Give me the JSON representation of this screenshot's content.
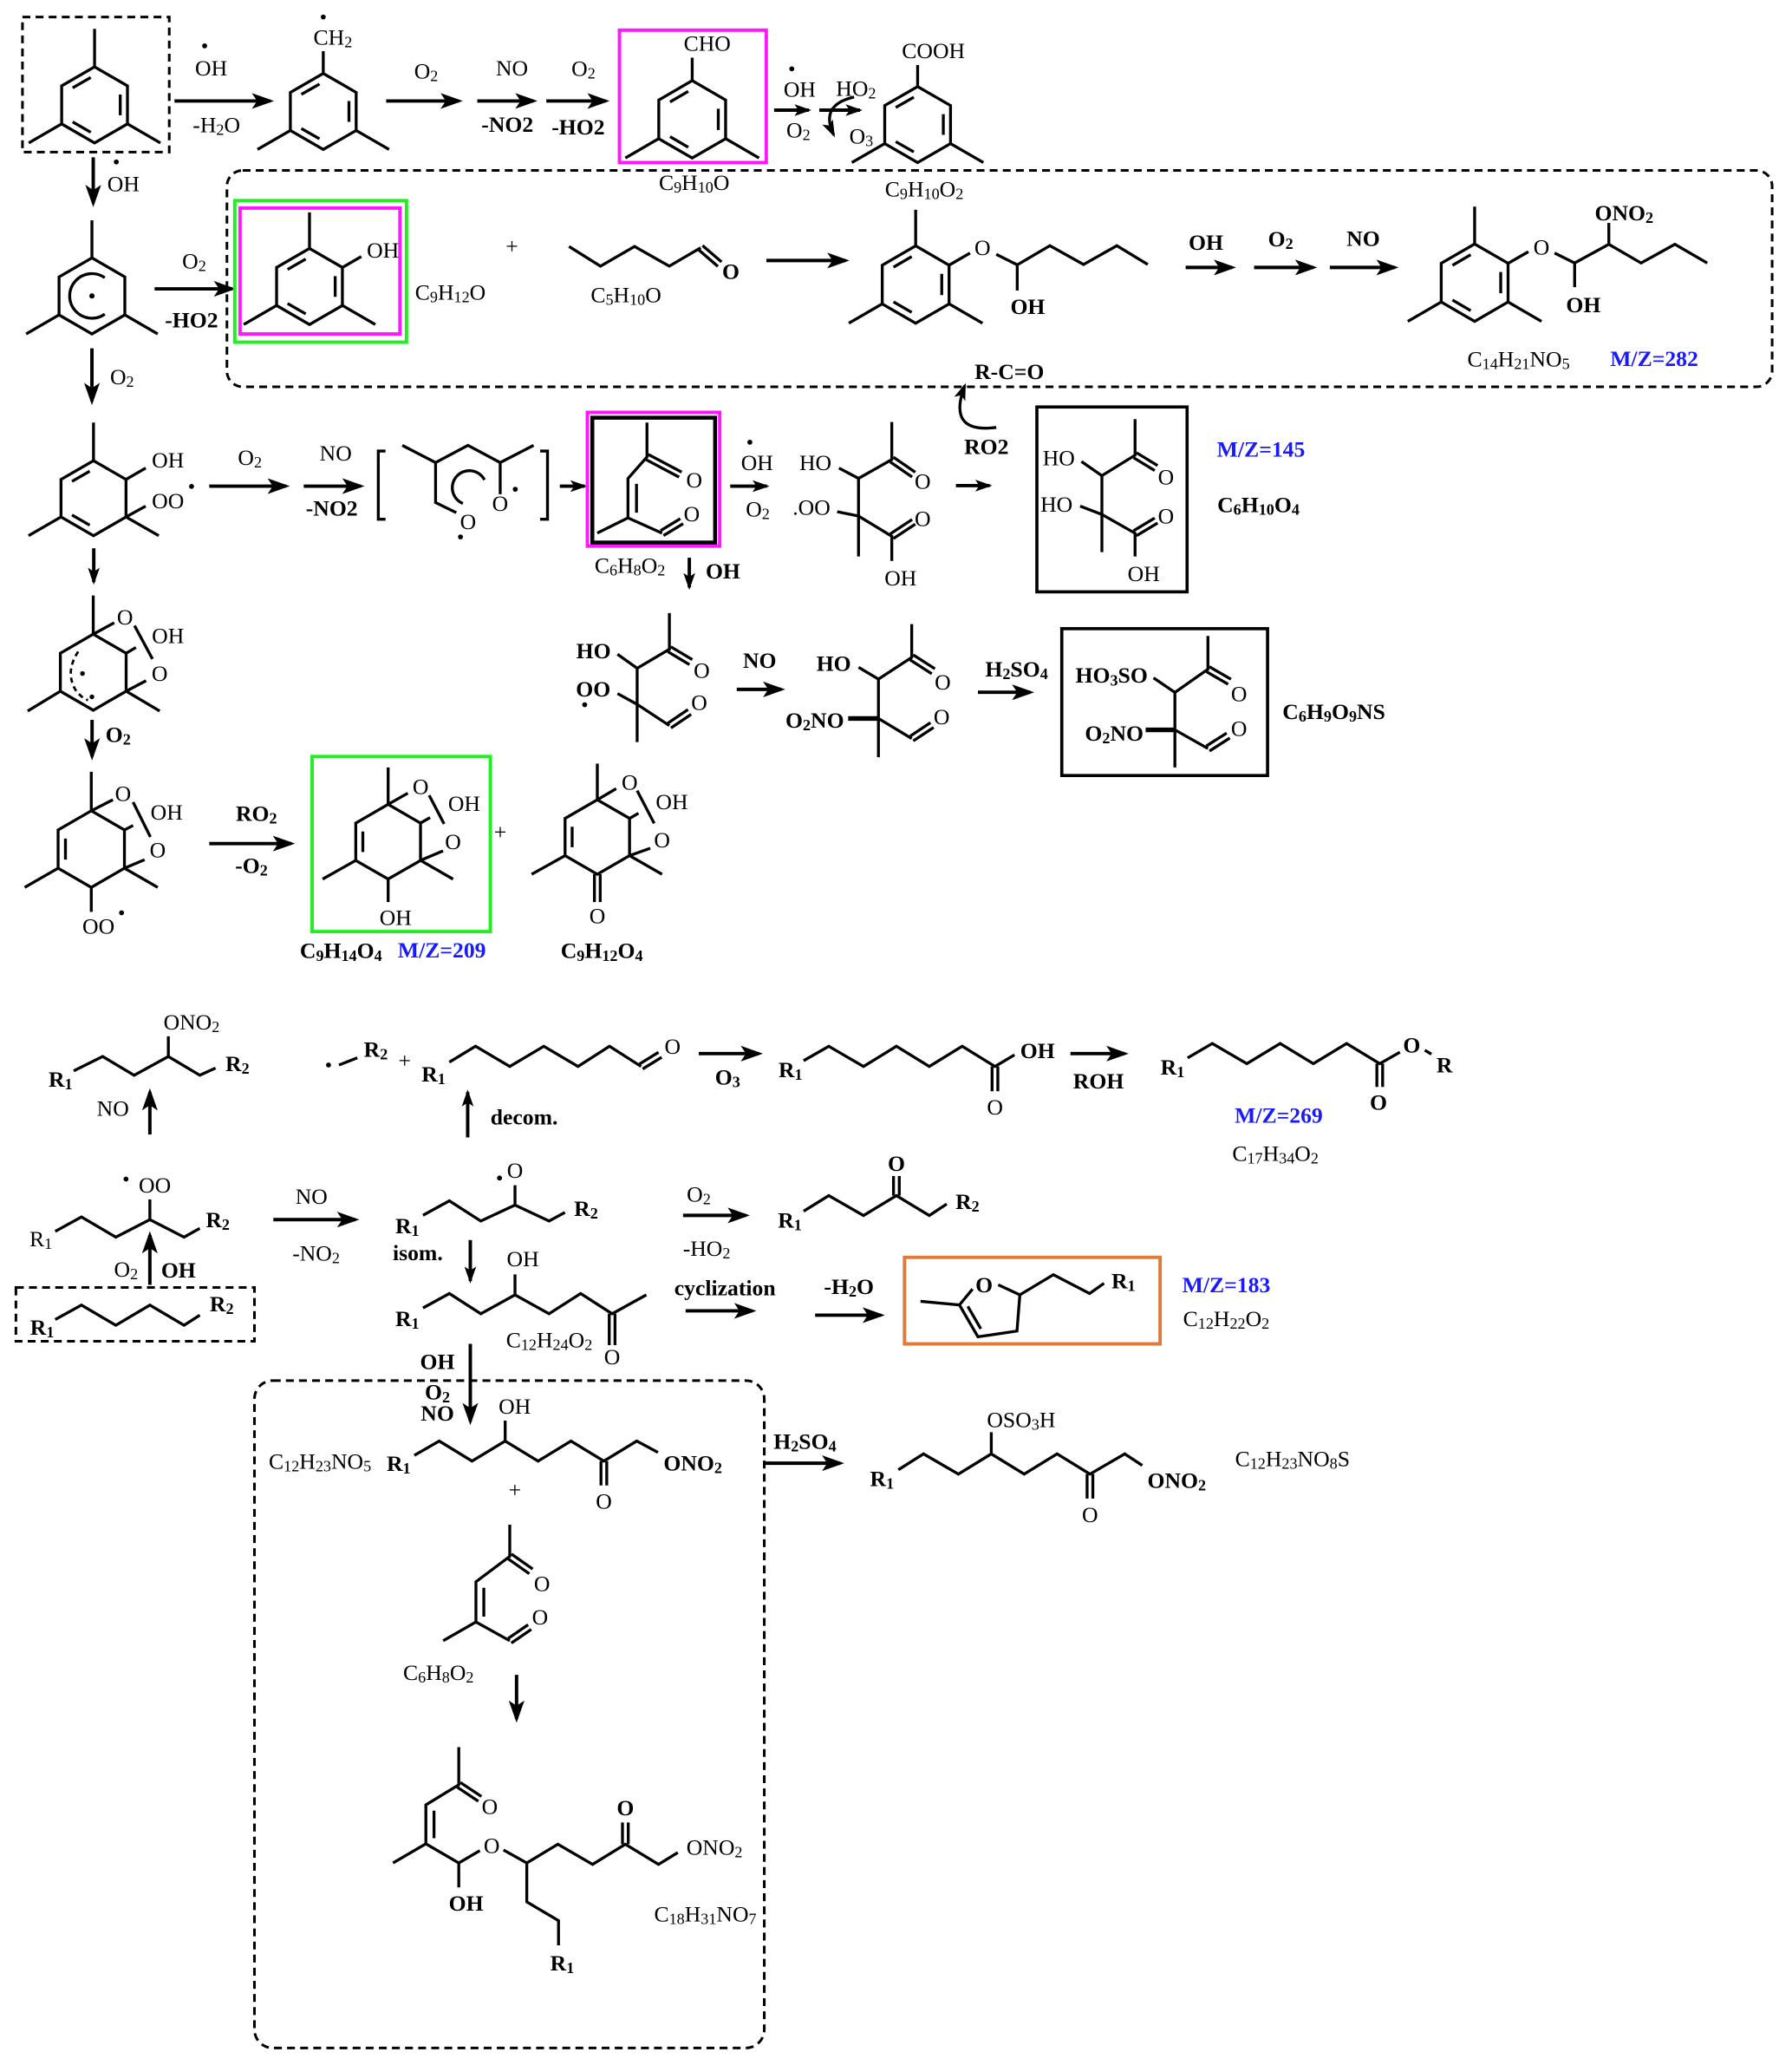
{
  "colors": {
    "magenta_highlight": "#ff19ff",
    "green_highlight": "#22ee22",
    "orange_highlight": "#e07b3a",
    "mz_label": "#1a1aff",
    "ink": "#000000"
  },
  "aromatic_pathway": {
    "h_abstraction": {
      "reagent": "OH",
      "byproduct": "-H2O"
    },
    "benzyl_radical": {
      "group": "CH2"
    },
    "o2_addition": {
      "reagent": "O2"
    },
    "no_reaction": {
      "reagent": "NO",
      "byproduct": "-NO2"
    },
    "o2_abstraction": {
      "reagent": "O2",
      "byproduct": "-HO2"
    },
    "aldehyde": {
      "group": "CHO",
      "formula": "C9H10O"
    },
    "aldehyde_oxidation": {
      "reagent": "OH",
      "co_reagent": "O2"
    },
    "acid_formation": {
      "reagent": "HO2",
      "byproduct": "O3"
    },
    "carboxylic_acid": {
      "group": "COOH",
      "formula": "C9H10O2"
    },
    "oh_addition": {
      "reagent": "OH"
    },
    "phenol_formation": {
      "reagent": "O2",
      "byproduct": "-HO2"
    },
    "phenol": {
      "hydroxyl": "OH",
      "formula": "C9H12O"
    },
    "plus": "+",
    "pentanal": {
      "oxygen": "O",
      "formula": "C5H10O"
    },
    "hemiacetal": {
      "ether_oxygen": "O",
      "hydroxyl": "OH"
    },
    "nitration_steps": [
      "OH",
      "O2",
      "NO"
    ],
    "nitrooxy_hemiacetal": {
      "ether_oxygen": "O",
      "nitrooxy": "ONO2",
      "hydroxyl": "OH",
      "formula": "C14H21NO5",
      "mz": "M/Z=282"
    },
    "acyl_group": "R-C=O",
    "acyl_reagent": "RO2",
    "ring_o2_addition": {
      "reagent": "O2"
    },
    "hydroxy_peroxy_radical": {
      "hydroxyl": "OH",
      "peroxy": "OO"
    },
    "ring_cleavage": {
      "reagent1": "O2",
      "reagent2": "NO",
      "byproduct": "-NO2"
    },
    "cleaved_radical": {
      "oxygen1": "O",
      "oxygen2": "O"
    },
    "unsaturated_dicarbonyl": {
      "ketone_o": "O",
      "aldehyde_o": "O",
      "formula": "C6H8O2"
    },
    "dicarbonyl_oh_addition": {
      "reagent": "OH"
    },
    "dicarbonyl_oxidation": {
      "reagent": "OH",
      "co_reagent": "O2"
    },
    "peroxy_acid_radical": {
      "hydroxyl": "HO",
      "peroxy": ".OO",
      "ketone_o": "O",
      "acid_o": "O",
      "acid_oh": "OH"
    },
    "dihydroxy_keto_acid": {
      "hydroxyl1": "HO",
      "hydroxyl2": "HO",
      "ketone_o": "O",
      "acid_o": "O",
      "acid_oh": "OH",
      "mz": "M/Z=145",
      "formula": "C6H10O4"
    },
    "hydroxy_peroxy_dicarbonyl": {
      "hydroxyl": "HO",
      "peroxy": "OO",
      "ketone_o": "O",
      "aldehyde_o": "O"
    },
    "no_addition": {
      "reagent": "NO"
    },
    "nitrooxy_dicarbonyl": {
      "hydroxyl": "HO",
      "nitrooxy": "O2NO",
      "ketone_o": "O",
      "aldehyde_o": "O"
    },
    "sulfuric_acid_step": {
      "reagent": "H2SO4"
    },
    "nitrooxy_organosulfate": {
      "sulfooxy": "HO3SO",
      "nitrooxy": "O2NO",
      "ketone_o": "O",
      "aldehyde_o": "O",
      "formula": "C6H9O9NS"
    },
    "bicyclic_radical": {
      "bridge_o1": "O",
      "hydroxyl": "OH",
      "bridge_o2": "O"
    },
    "bicyclic_o2_addition": {
      "reagent": "O2"
    },
    "bicyclic_peroxy_radical": {
      "bridge_o1": "O",
      "hydroxyl": "OH",
      "bridge_o2": "O",
      "peroxy": "OO"
    },
    "ro2_reaction": {
      "reagent": "RO2",
      "byproduct": "-O2"
    },
    "bicyclic_diol": {
      "bridge_o1": "O",
      "hydroxyl": "OH",
      "bridge_o2": "O",
      "ring_hydroxyl": "OH",
      "formula": "C9H14O4",
      "mz": "M/Z=209"
    },
    "plus2": "+",
    "bicyclic_ketone": {
      "bridge_o1": "O",
      "hydroxyl": "OH",
      "bridge_o2": "O",
      "carbonyl": "O",
      "formula": "C9H12O4"
    }
  },
  "alkane_pathway": {
    "alkyl_nitrate": {
      "nitrooxy": "ONO2",
      "r1": "R1",
      "r2": "R2"
    },
    "nitrate_formation": {
      "reagent": "NO"
    },
    "alkylperoxy": {
      "peroxy": "OO",
      "r1": "R1",
      "r2": "R2"
    },
    "initiation": {
      "reagent1": "O2",
      "reagent2": "OH"
    },
    "alkane": {
      "r1": "R1",
      "r2": "R2"
    },
    "no_step": {
      "reagent": "NO",
      "byproduct": "-NO2"
    },
    "alkoxy_radical": {
      "oxygen": "O",
      "r1": "R1",
      "r2": "R2"
    },
    "decomposition": {
      "label": "decom."
    },
    "decomposition_products": {
      "radical": "R2",
      "plus": "+",
      "r1": "R1",
      "oxygen": "O"
    },
    "ozonolysis": {
      "reagent": "O3"
    },
    "carboxylic_acid": {
      "r1": "R1",
      "hydroxyl": "OH",
      "carbonyl": "O"
    },
    "esterification": {
      "reagent": "ROH"
    },
    "ester": {
      "r1": "R1",
      "ether_o": "O",
      "r": "R",
      "carbonyl": "O",
      "mz": "M/Z=269",
      "formula": "C17H34O2"
    },
    "ketone_formation": {
      "reagent": "O2",
      "byproduct": "-HO2"
    },
    "ketone": {
      "r1": "R1",
      "carbonyl": "O",
      "r2": "R2"
    },
    "isomerization": {
      "label": "isom."
    },
    "hydroxy_ketone": {
      "hydroxyl": "OH",
      "r1": "R1",
      "carbonyl": "O",
      "formula": "C12H24O2"
    },
    "cyclization": {
      "label": "cyclization"
    },
    "dehydration": {
      "byproduct": "-H2O"
    },
    "dihydrofuran": {
      "ring_o": "O",
      "r1": "R1",
      "mz": "M/Z=183",
      "formula": "C12H22O2"
    },
    "oxidation_steps": [
      "OH",
      "O2",
      "NO"
    ],
    "hydroxy_nitrate": {
      "formula": "C12H23NO5",
      "r1": "R1",
      "hydroxyl": "OH",
      "carbonyl": "O",
      "nitrooxy": "ONO2"
    },
    "plus": "+",
    "dicarbonyl": {
      "ketone_o": "O",
      "aldehyde_o": "O",
      "formula": "C6H8O2"
    },
    "sulfuric_acid_step": {
      "reagent": "H2SO4"
    },
    "organosulfate": {
      "r1": "R1",
      "sulfate": "OSO3H",
      "carbonyl": "O",
      "nitrooxy": "ONO2",
      "formula": "C12H23NO8S"
    },
    "accretion_product": {
      "ketone_o": "O",
      "ether_o": "O",
      "hydroxyl": "OH",
      "carbonyl": "O",
      "nitrooxy": "ONO2",
      "r1": "R1",
      "formula": "C18H31NO7"
    }
  }
}
